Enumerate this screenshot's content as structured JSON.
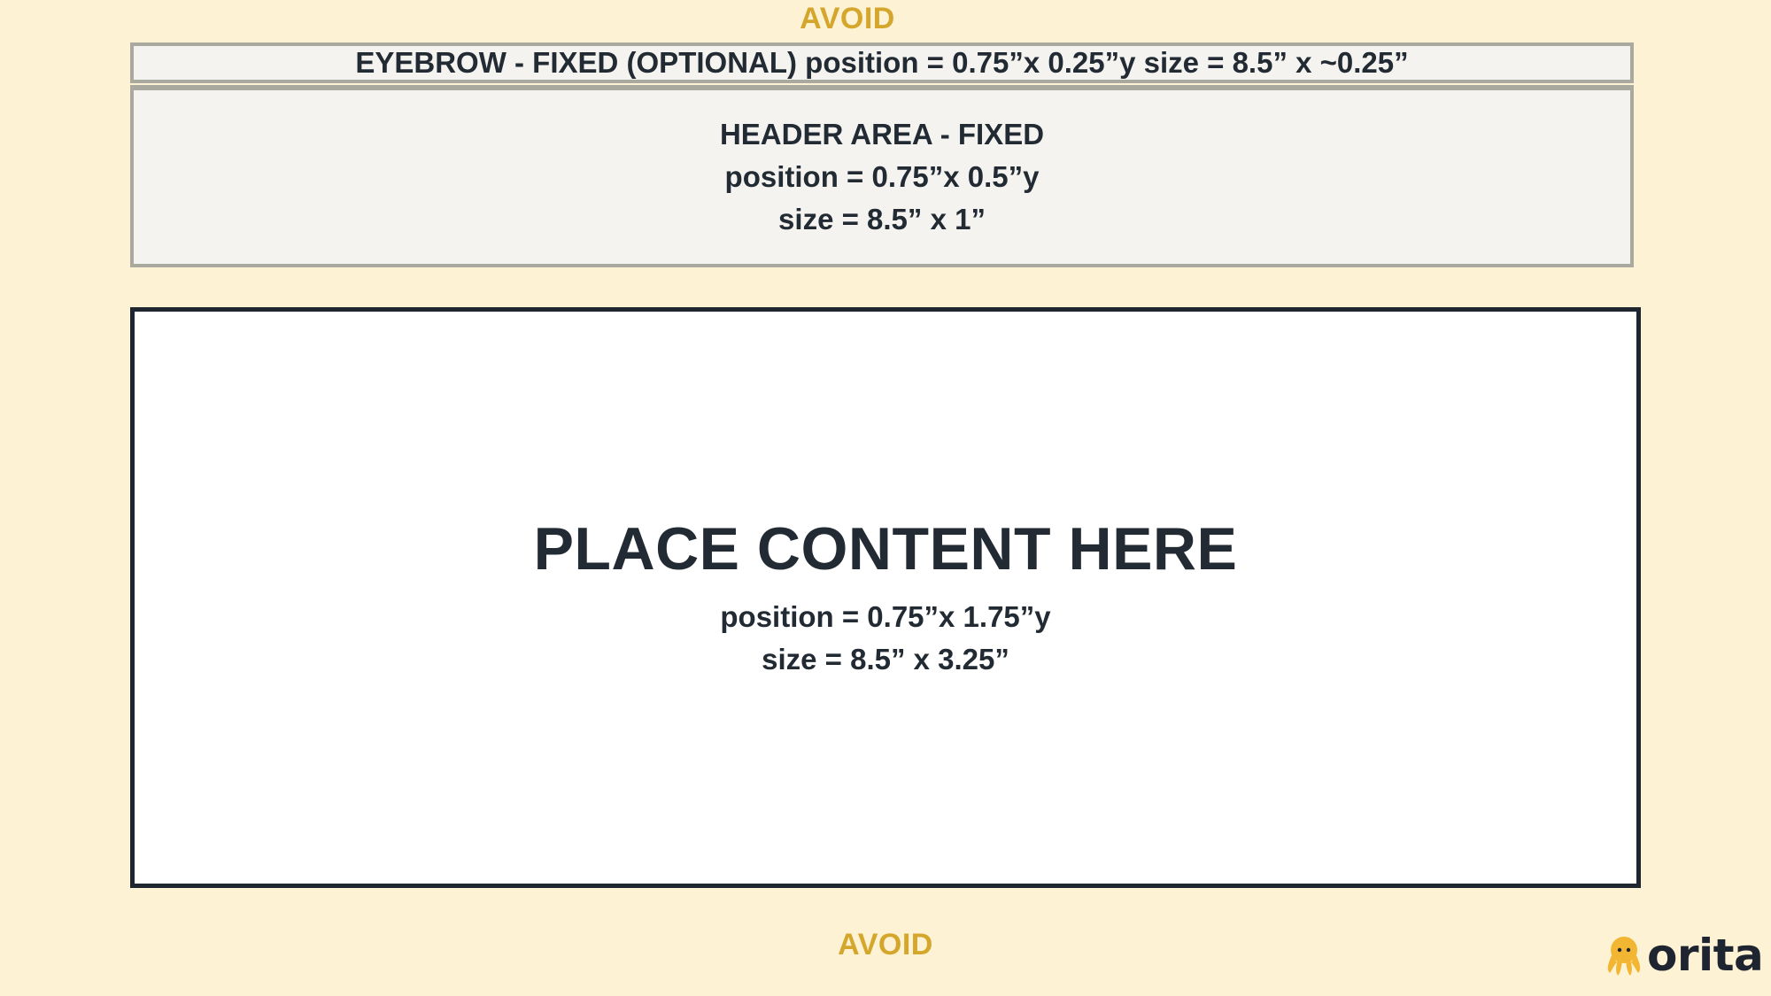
{
  "avoid_top": "AVOID",
  "avoid_bottom": "AVOID",
  "eyebrow": {
    "text": "EYEBROW - FIXED (OPTIONAL) position = 0.75”x 0.25”y size = 8.5” x ~0.25”"
  },
  "header_area": {
    "title": "HEADER AREA - FIXED",
    "position": "position = 0.75”x 0.5”y",
    "size": "size = 8.5” x 1”"
  },
  "content_area": {
    "title": "PLACE CONTENT HERE",
    "position": "position = 0.75”x 1.75”y",
    "size": "size = 8.5” x 3.25”"
  },
  "logo": {
    "text": "orita",
    "icon": "octopus-icon",
    "icon_color": "#f2b632"
  },
  "colors": {
    "background": "#fdf2d4",
    "avoid": "#d4a72c",
    "fixed_fill": "#f4f3ef",
    "fixed_border": "#a9a99f",
    "content_border": "#1f2630",
    "text": "#222a33"
  }
}
